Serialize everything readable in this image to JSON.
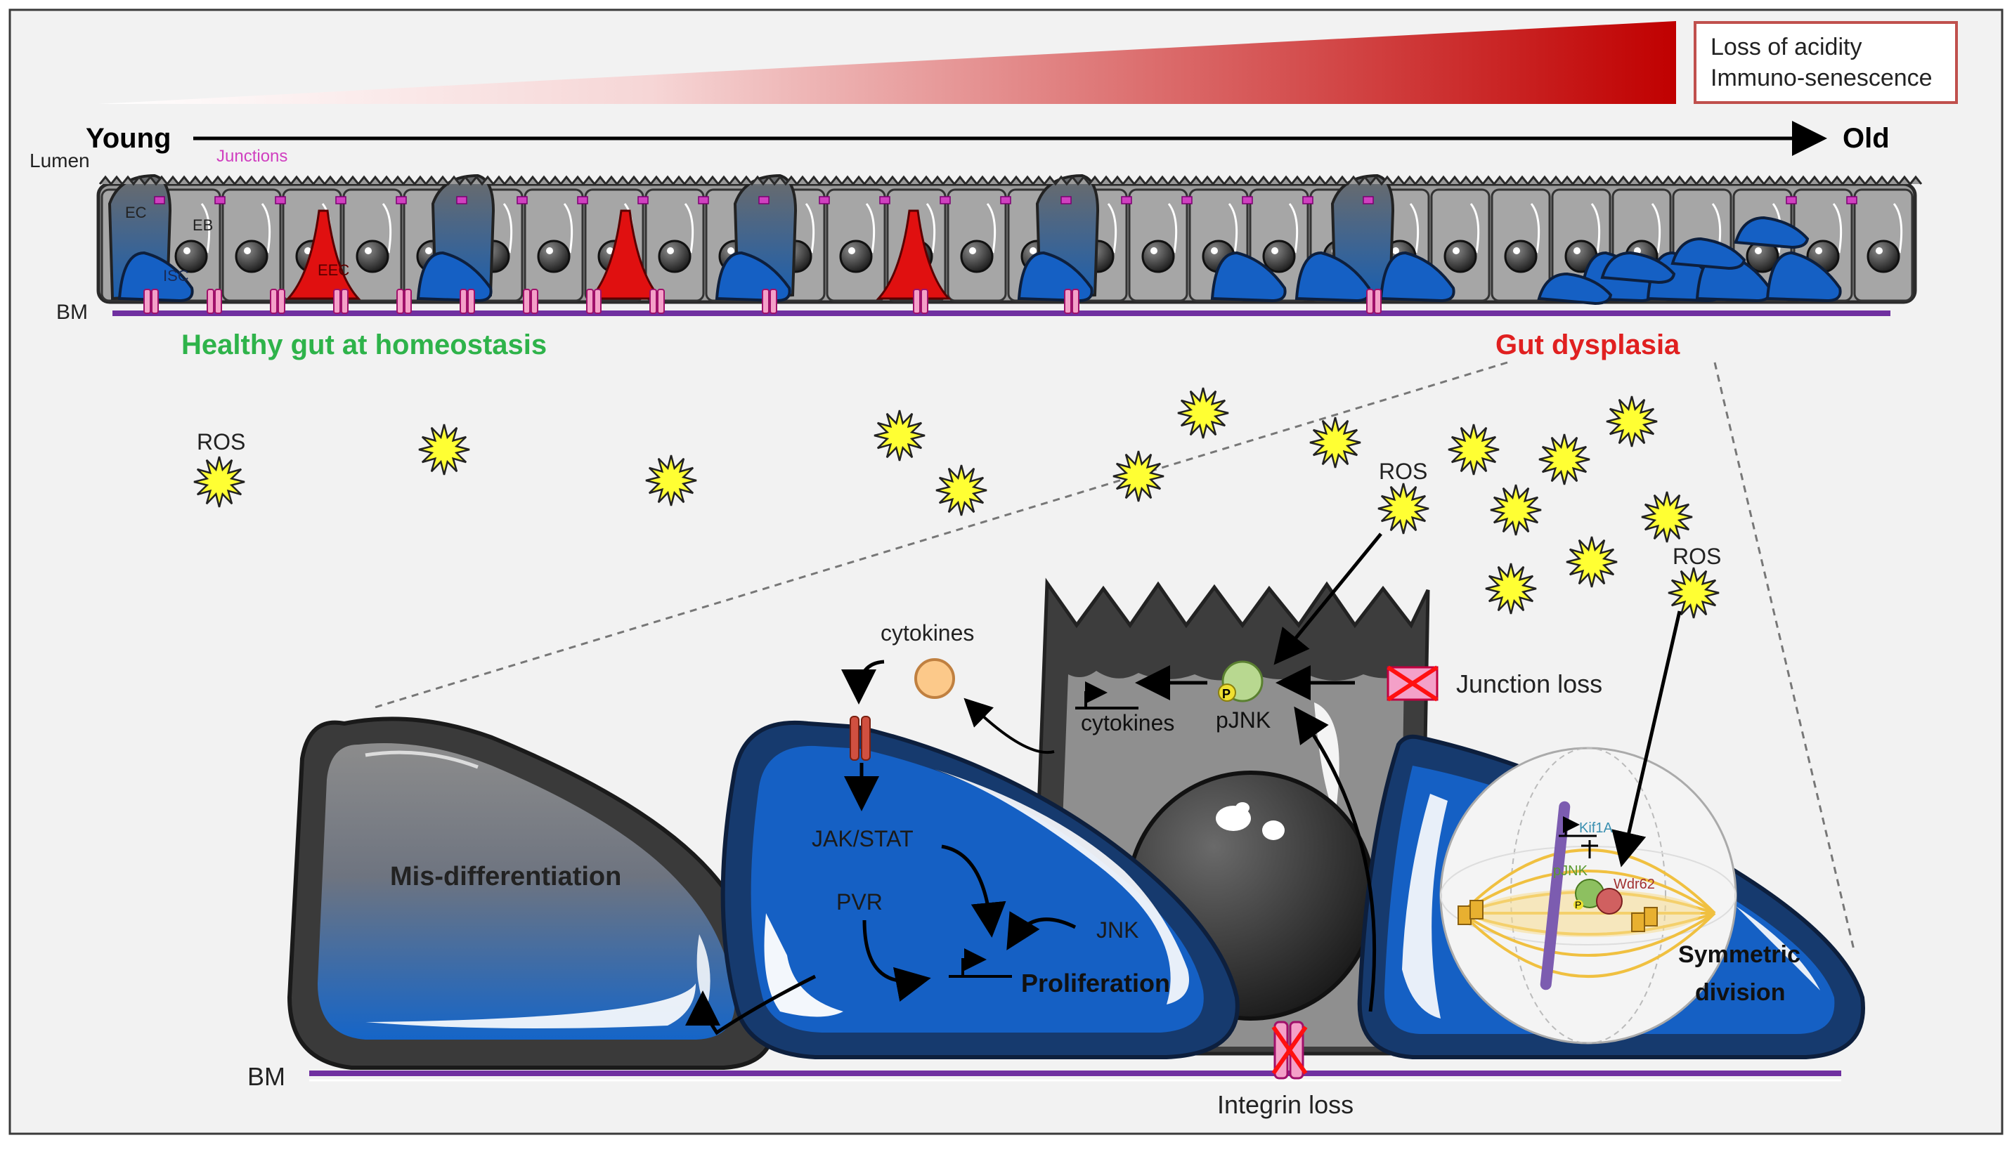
{
  "header": {
    "gradient_left_color": "#ffffff",
    "gradient_right_color": "#c00000",
    "legend_box": {
      "line1": "Loss of acidity",
      "line2": "Immuno-senescence",
      "border_color": "#c0504d"
    },
    "timeline": {
      "start_label": "Young",
      "end_label": "Old"
    }
  },
  "epithelium": {
    "lumen_label": "Lumen",
    "junctions_label": "Junctions",
    "bm_label": "BM",
    "cell_labels": {
      "ec": "EC",
      "eb": "EB",
      "isc": "ISC",
      "eec": "EEC"
    },
    "healthy_label": "Healthy gut at homeostasis",
    "healthy_color": "#2eb34a",
    "dysplasia_label": "Gut dysplasia",
    "dysplasia_color": "#e02020",
    "junction_color": "#d040c0",
    "basement_color": "#7030a0"
  },
  "ros": {
    "label": "ROS",
    "color": "#ffff33"
  },
  "detail": {
    "misdiff_label": "Mis-differentiation",
    "cytokines_label": "cytokines",
    "jakstat_label": "JAK/STAT",
    "pvr_label": "PVR",
    "jnk_label": "JNK",
    "proliferation_label": "Proliferation",
    "cytokines_gene_label": "cytokines",
    "pjnk_label": "pJNK",
    "p_label": "P",
    "junction_loss_label": "Junction loss",
    "kif1a_label": "Kif1A",
    "spindle_pjnk_label": "pJNK",
    "wdr62_label": "Wdr62",
    "symmetric_label_1": "Symmetric",
    "symmetric_label_2": "division",
    "integrin_loss_label": "Integrin loss",
    "bm_label": "BM",
    "isc_color": "#1060c0",
    "ec_color": "#505050"
  }
}
